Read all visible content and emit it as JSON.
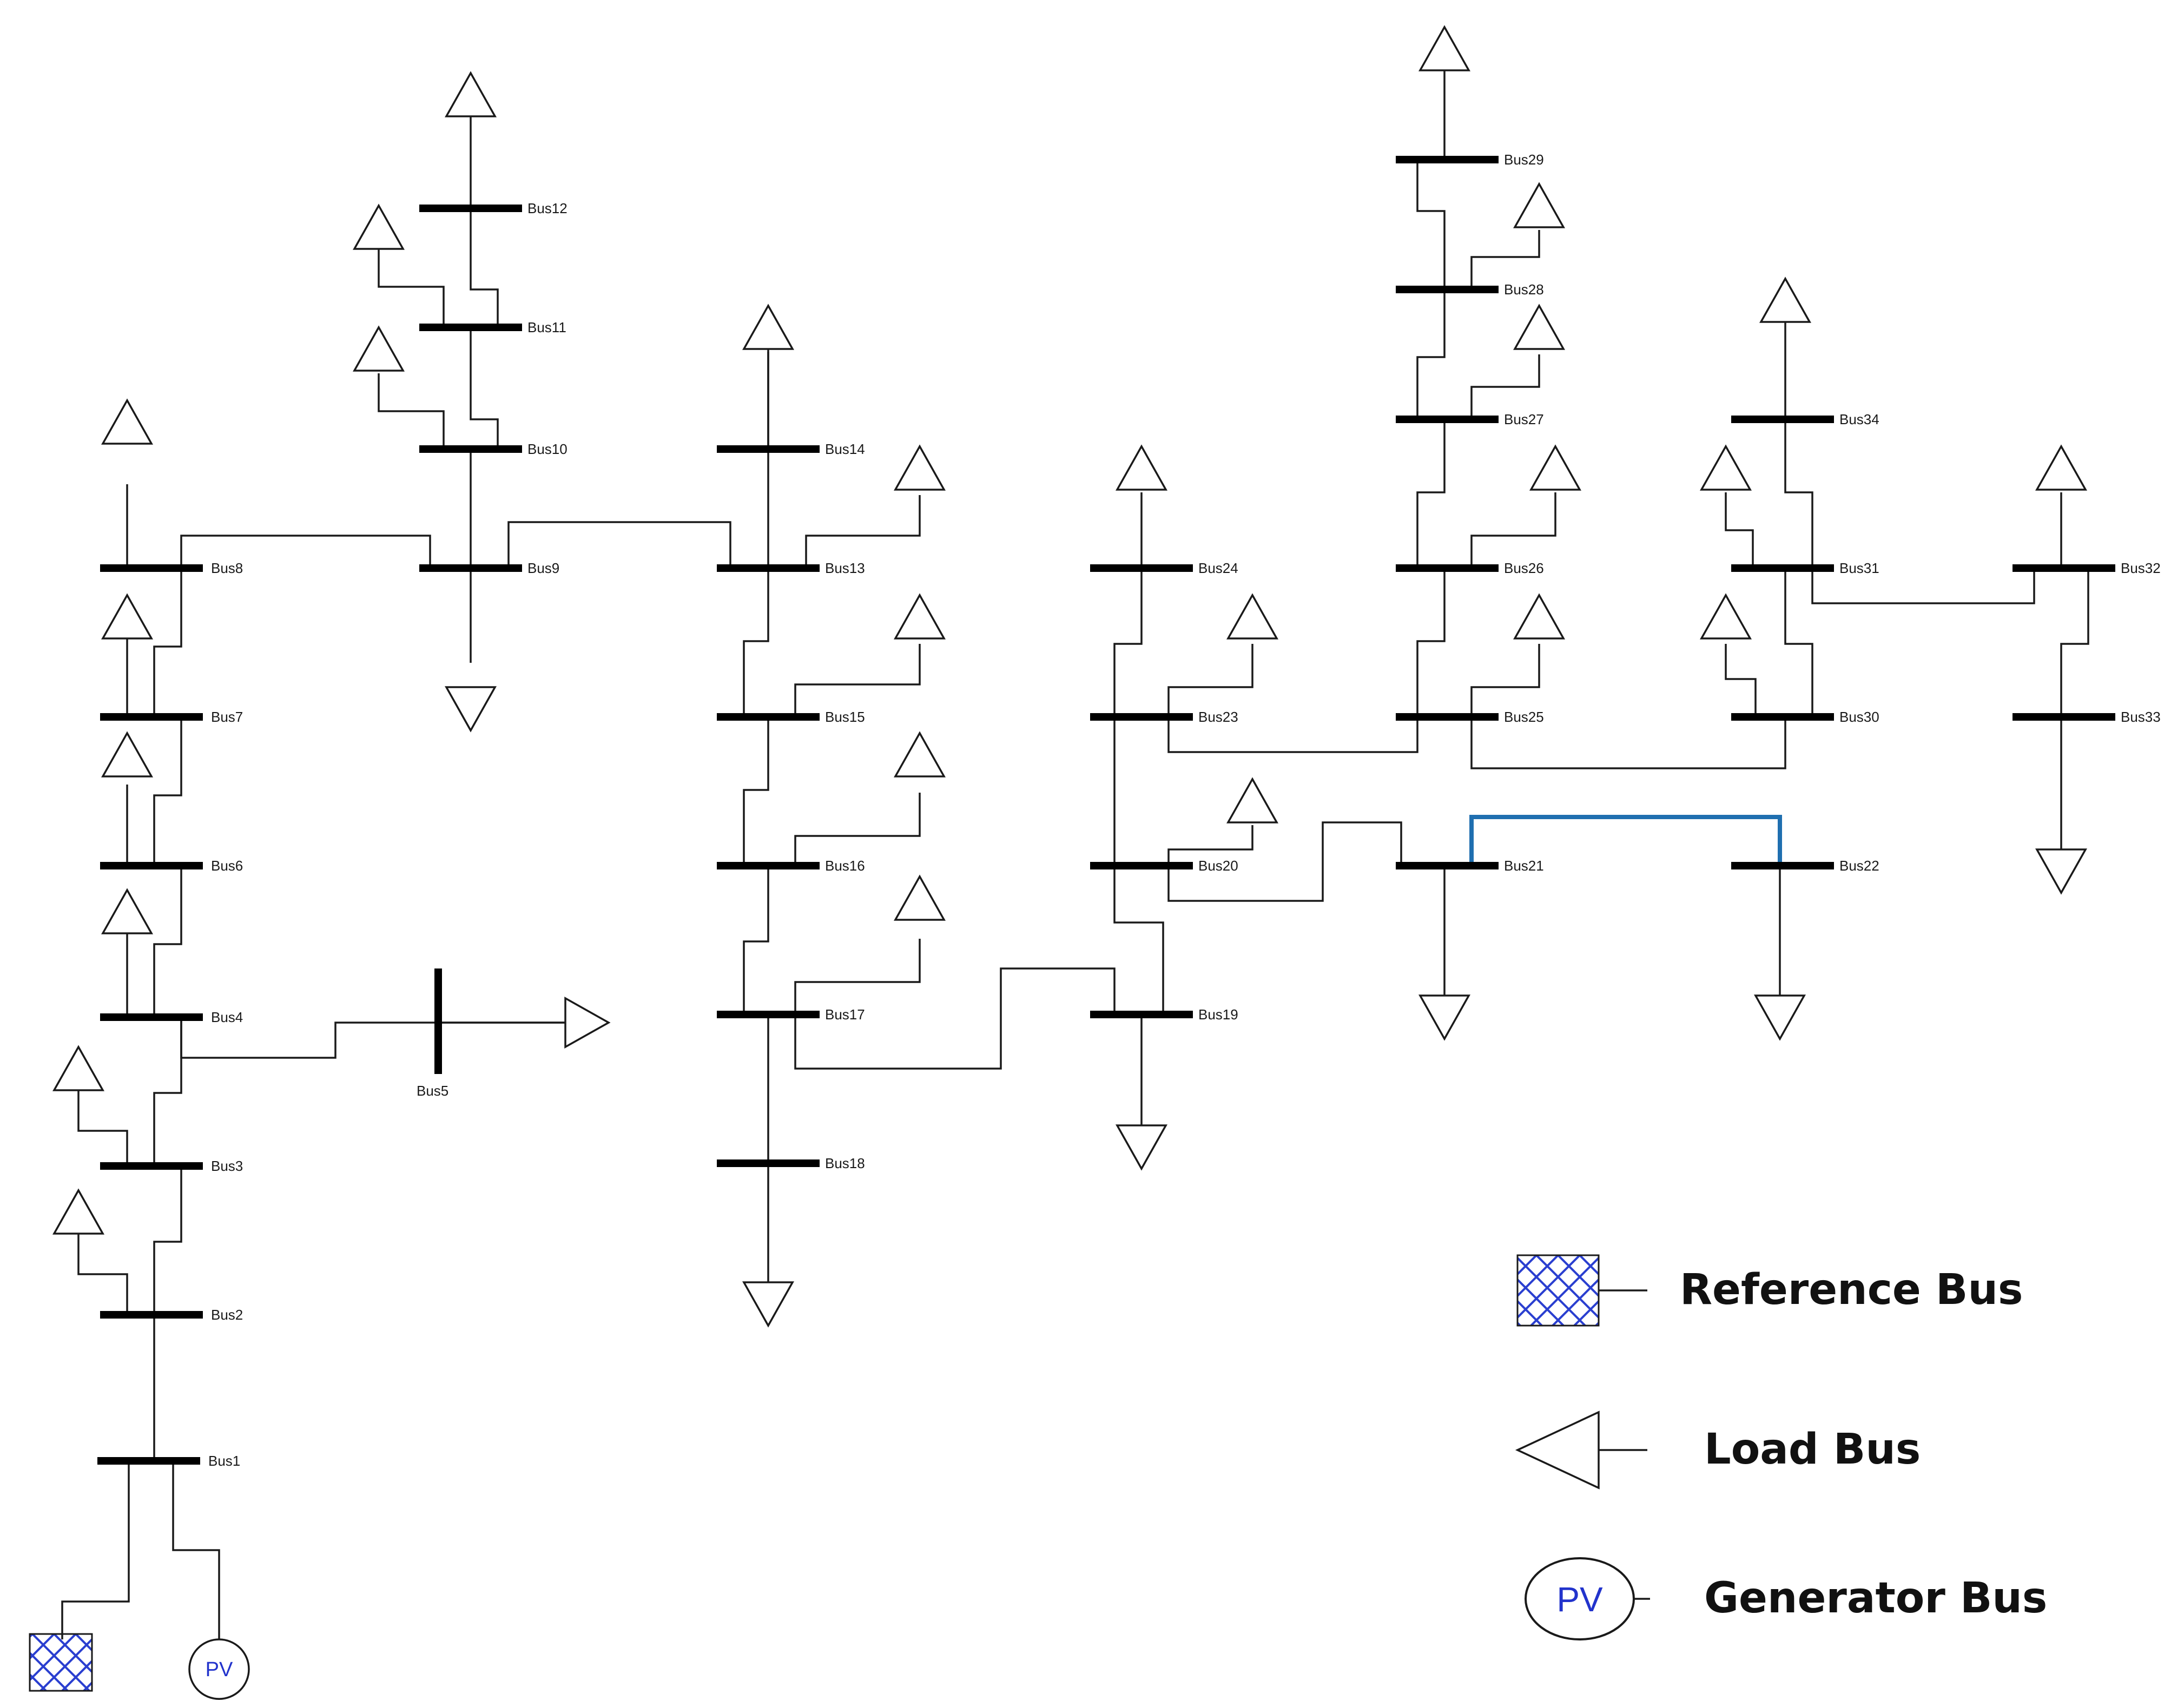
{
  "buses": [
    "Bus1",
    "Bus2",
    "Bus3",
    "Bus4",
    "Bus5",
    "Bus6",
    "Bus7",
    "Bus8",
    "Bus9",
    "Bus10",
    "Bus11",
    "Bus12",
    "Bus13",
    "Bus14",
    "Bus15",
    "Bus16",
    "Bus17",
    "Bus18",
    "Bus19",
    "Bus20",
    "Bus21",
    "Bus22",
    "Bus23",
    "Bus24",
    "Bus25",
    "Bus26",
    "Bus27",
    "Bus28",
    "Bus29",
    "Bus30",
    "Bus31",
    "Bus32",
    "Bus33",
    "Bus34"
  ],
  "generator_symbol_text": "PV",
  "legend": {
    "reference": "Reference Bus",
    "load": "Load Bus",
    "generator": "Generator Bus",
    "generator_symbol_text": "PV"
  },
  "colors": {
    "line": "#1a1a1a",
    "highlight_line": "#1f6fb0",
    "pv_text": "#2233cc",
    "reference_hatch": "#2a3fd0"
  }
}
